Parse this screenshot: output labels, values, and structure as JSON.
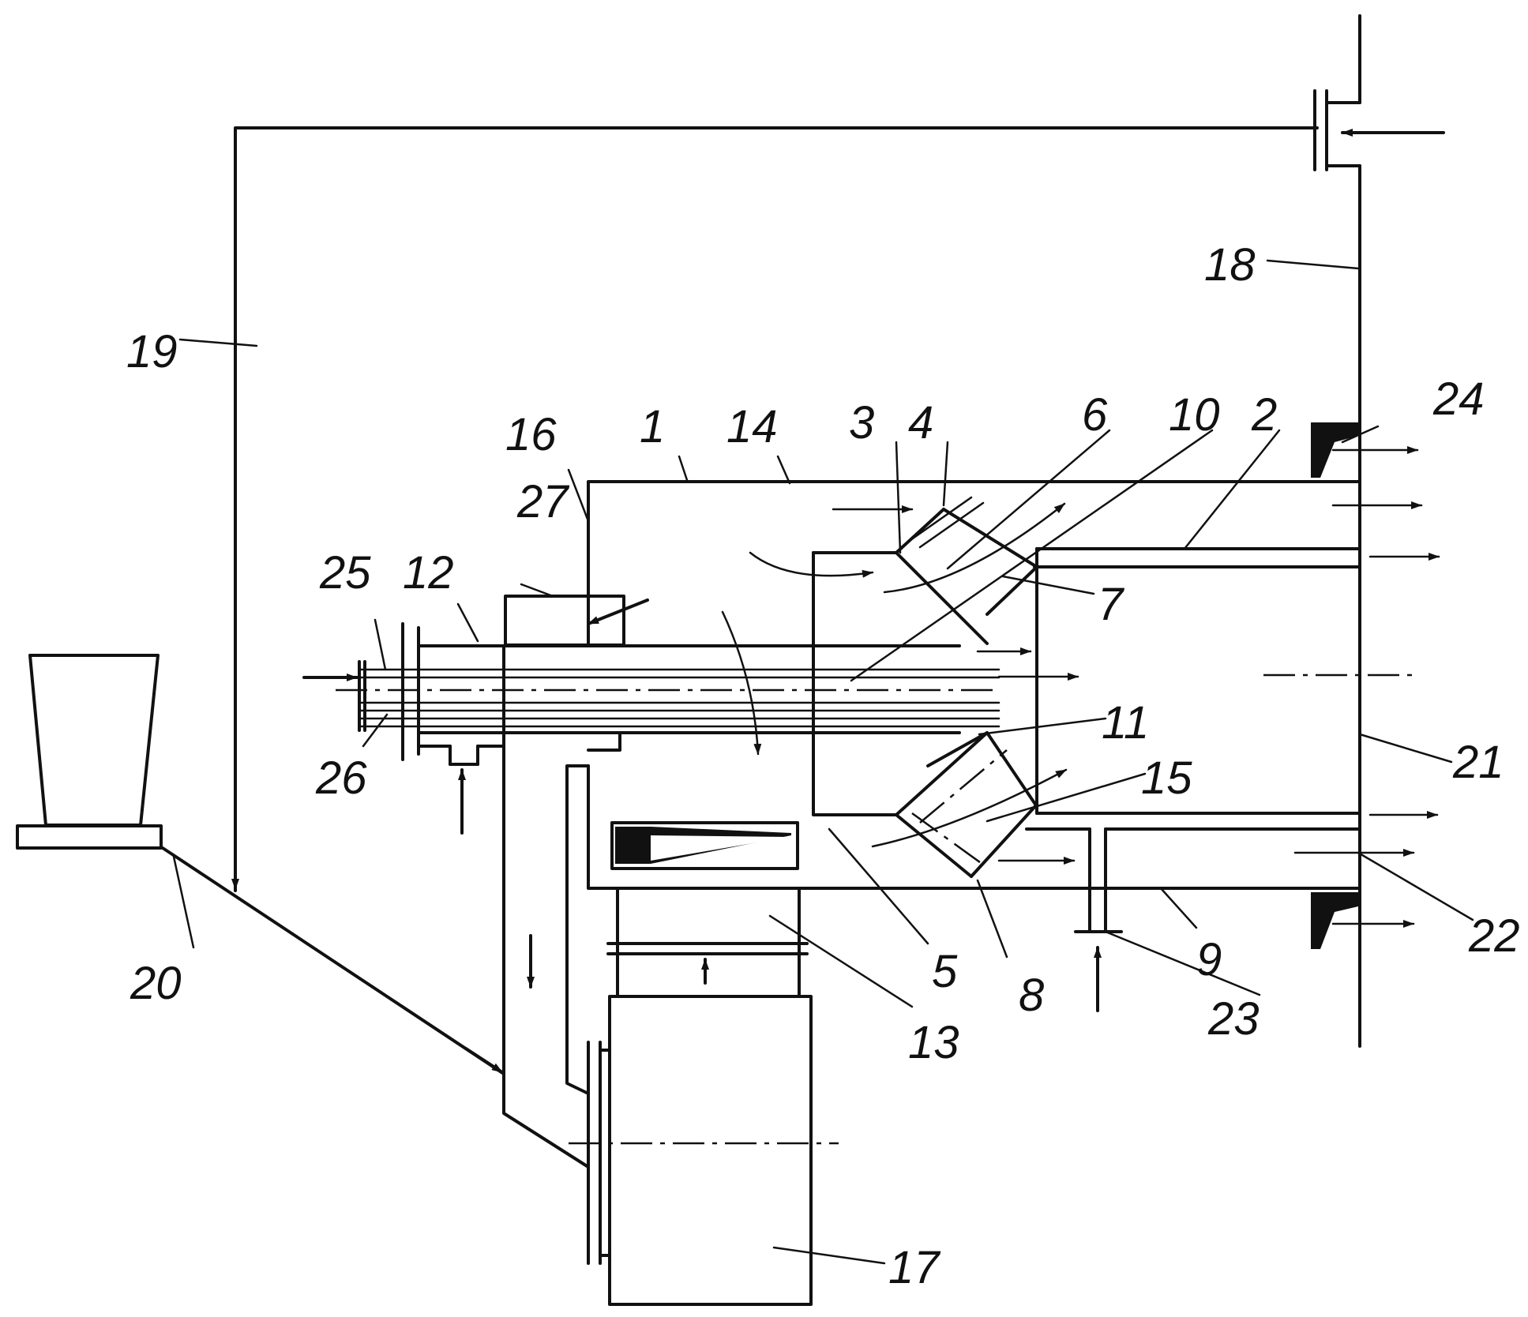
{
  "diagram": {
    "labels": {
      "l1": "1",
      "l2": "2",
      "l3": "3",
      "l4": "4",
      "l5": "5",
      "l6": "6",
      "l7": "7",
      "l8": "8",
      "l9": "9",
      "l10": "10",
      "l11": "11",
      "l12": "12",
      "l13": "13",
      "l14": "14",
      "l15": "15",
      "l16": "16",
      "l17": "17",
      "l18": "18",
      "l19": "19",
      "l20": "20",
      "l21": "21",
      "l22": "22",
      "l23": "23",
      "l24": "24",
      "l25": "25",
      "l26": "26",
      "l27": "27"
    }
  }
}
